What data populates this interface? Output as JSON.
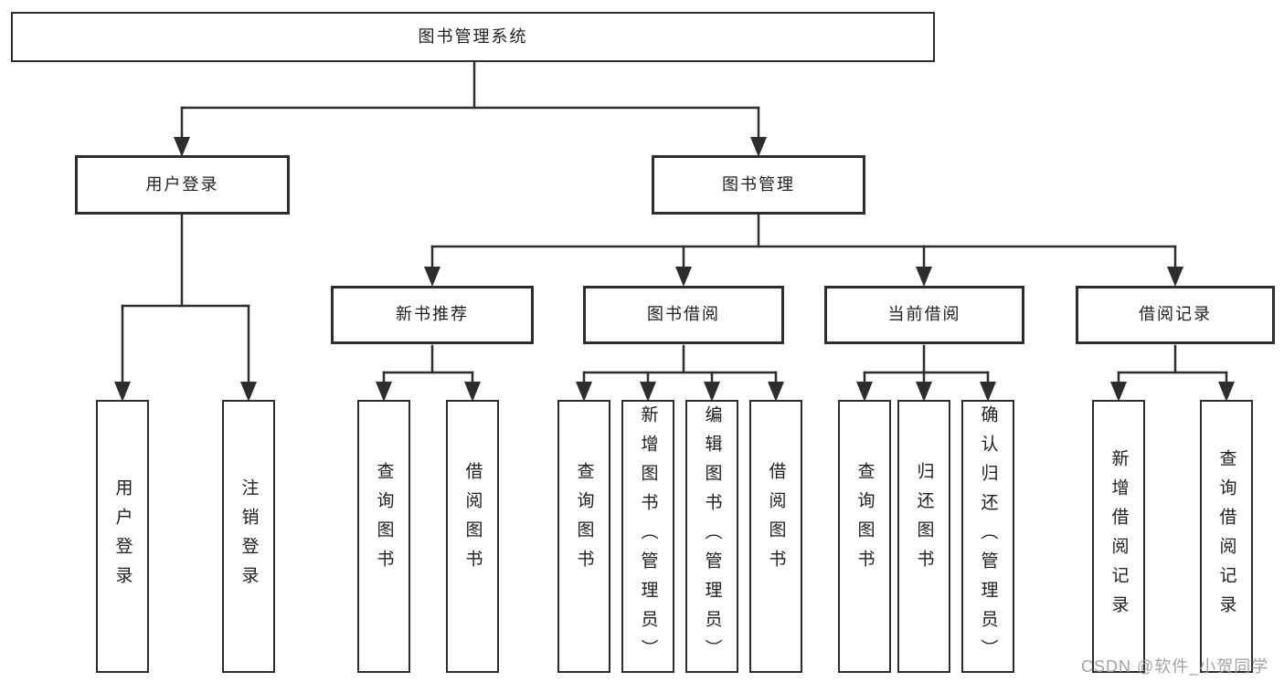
{
  "colors": {
    "line": "#2d2d2d",
    "box_border": "#2d2d2d",
    "text": "#1e1e1e",
    "watermark": "#9b9b9b",
    "background": "#ffffff"
  },
  "watermark": "CSDN @软件_小贺同学",
  "tree": {
    "root": "图书管理系统",
    "children": [
      {
        "label": "用户登录",
        "children": [
          {
            "label": "用户登录"
          },
          {
            "label": "注销登录"
          }
        ]
      },
      {
        "label": "图书管理",
        "children": [
          {
            "label": "新书推荐",
            "children": [
              {
                "label": "查询图书"
              },
              {
                "label": "借阅图书"
              }
            ]
          },
          {
            "label": "图书借阅",
            "children": [
              {
                "label": "查询图书"
              },
              {
                "label": "新增图书（管理员）"
              },
              {
                "label": "编辑图书（管理员）"
              },
              {
                "label": "借阅图书"
              }
            ]
          },
          {
            "label": "当前借阅",
            "children": [
              {
                "label": "查询图书"
              },
              {
                "label": "归还图书"
              },
              {
                "label": "确认归还（管理员）"
              }
            ]
          },
          {
            "label": "借阅记录",
            "children": [
              {
                "label": "新增借阅记录"
              },
              {
                "label": "查询借阅记录"
              }
            ]
          }
        ]
      }
    ]
  }
}
